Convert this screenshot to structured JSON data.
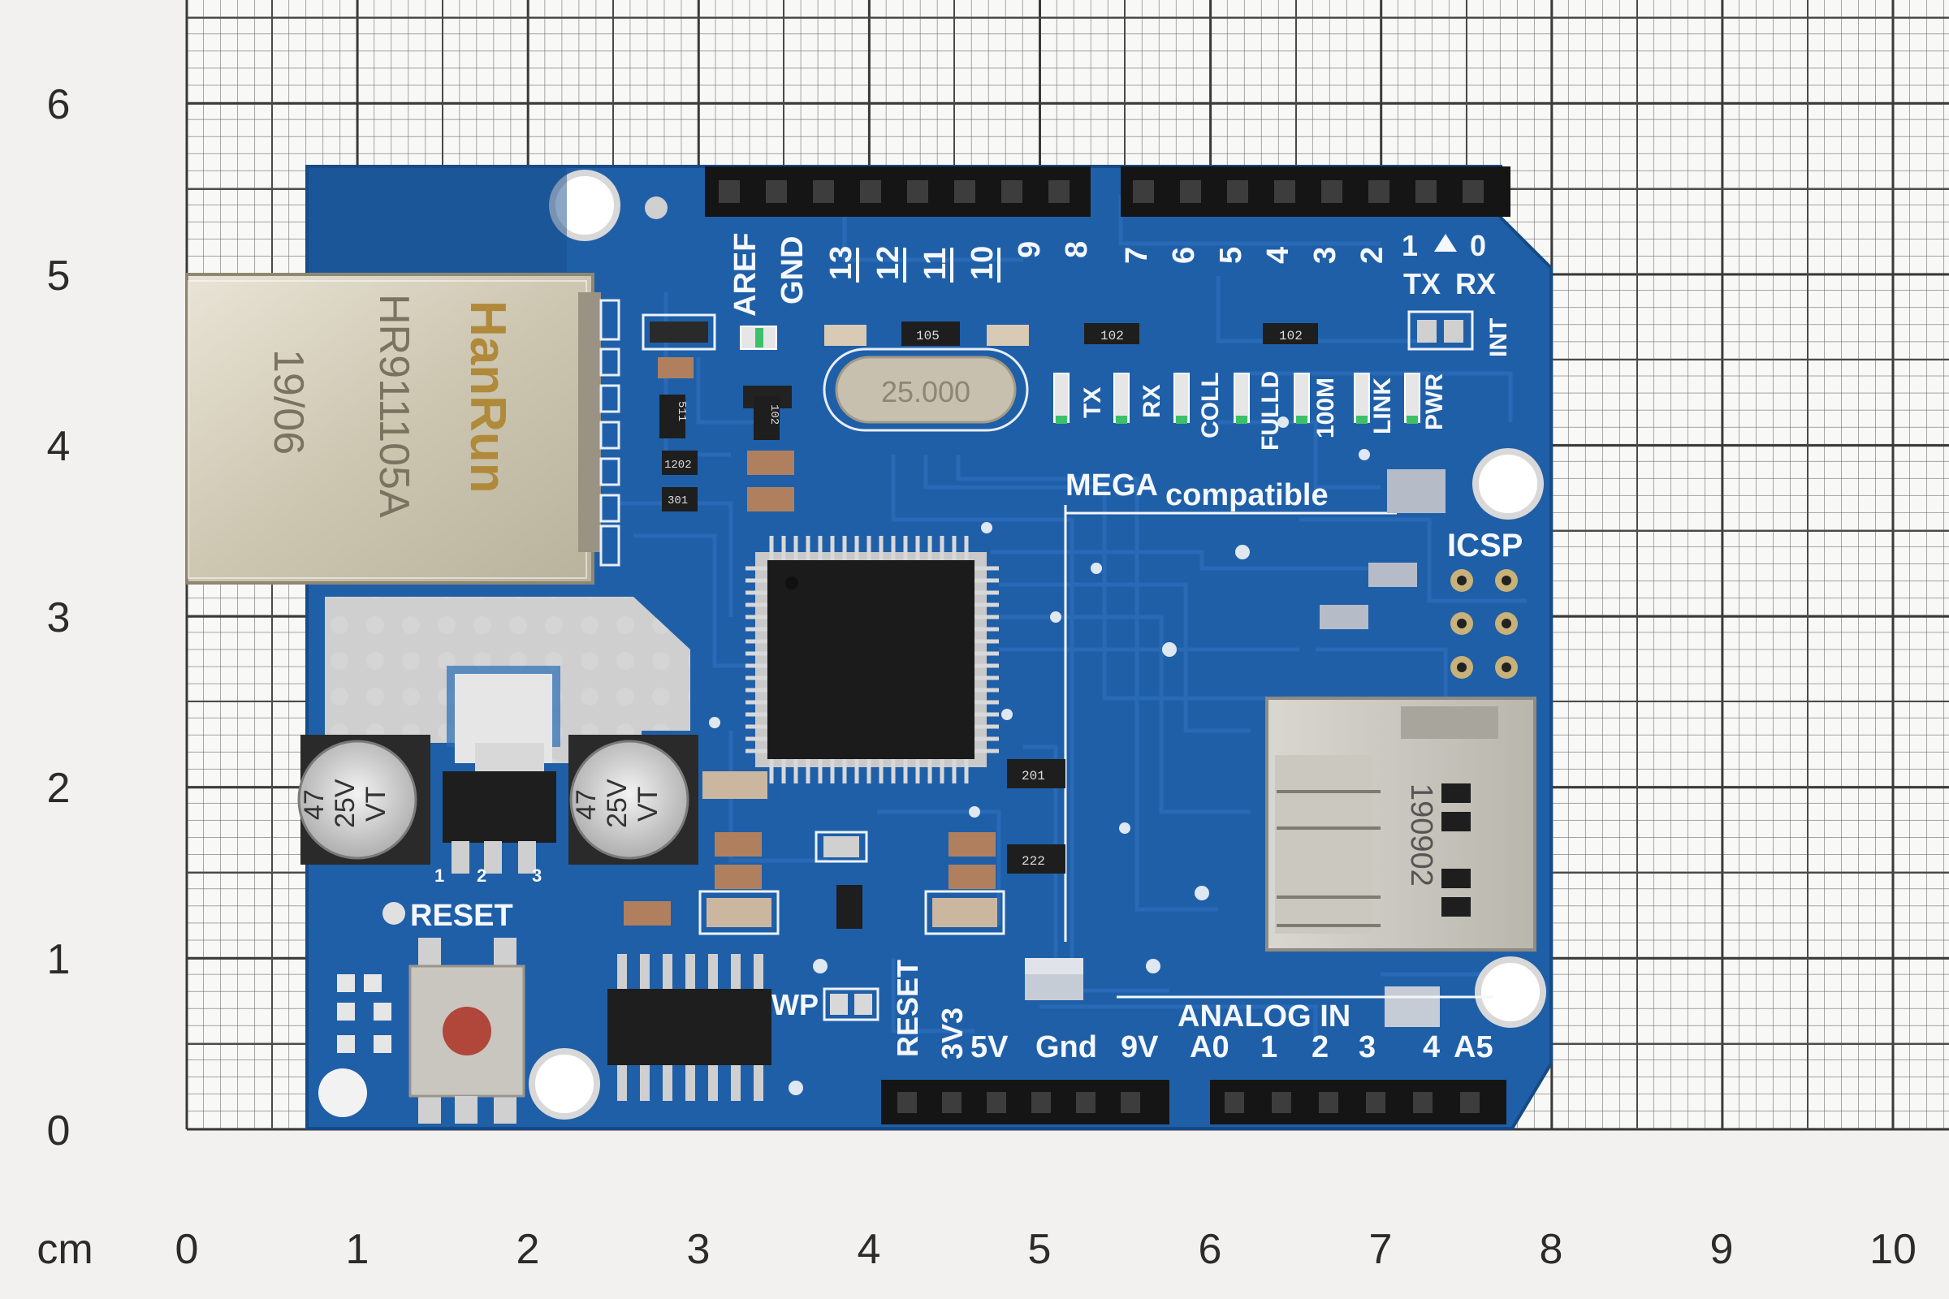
{
  "ruler": {
    "unit": "cm",
    "x_ticks": [
      "0",
      "1",
      "2",
      "3",
      "4",
      "5",
      "6",
      "7",
      "8",
      "9",
      "10"
    ],
    "y_ticks": [
      "0",
      "1",
      "2",
      "3",
      "4",
      "5",
      "6"
    ]
  },
  "board": {
    "jack": {
      "brand": "HanRun",
      "part": "HR911105A",
      "date": "19/06"
    },
    "crystal": "25.000",
    "header_top_left": [
      "AREF",
      "GND",
      "13",
      "12",
      "11",
      "10",
      "9",
      "8"
    ],
    "header_top_right": [
      "7",
      "6",
      "5",
      "4",
      "3",
      "2",
      "1",
      "0"
    ],
    "tx": "TX",
    "rx": "RX",
    "int": "INT",
    "leds": [
      "TX",
      "RX",
      "COLL",
      "FULLD",
      "100M",
      "LINK",
      "PWR"
    ],
    "mega": "MEGA",
    "compatible": "compatible",
    "icsp": "ICSP",
    "cap_left": [
      "47",
      "25V",
      "VT"
    ],
    "cap_right": [
      "47",
      "25V",
      "VT"
    ],
    "reg_pins": [
      "1",
      "2",
      "3"
    ],
    "reset": "RESET",
    "wp": "WP",
    "power_pins": [
      "RESET",
      "3V3",
      "5V",
      "Gnd",
      "9V"
    ],
    "analog_title": "ANALOG IN",
    "analog_pins": [
      "A0",
      "1",
      "2",
      "3",
      "4",
      "A5"
    ],
    "sd_code": "190902",
    "resistors": [
      "105",
      "102",
      "102",
      "511",
      "102",
      "1202",
      "301",
      "201",
      "222"
    ]
  }
}
